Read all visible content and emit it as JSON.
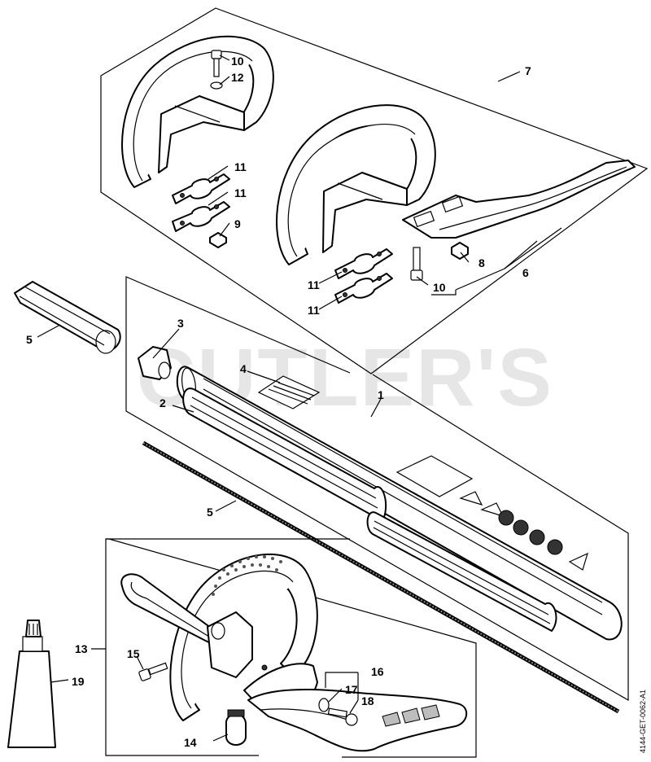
{
  "watermark": "CUTLER'S",
  "document_id": "4144-GET-0062-A1",
  "callouts": [
    "1",
    "2",
    "3",
    "4",
    "5",
    "6",
    "7",
    "8",
    "9",
    "9",
    "10",
    "10",
    "11",
    "11",
    "11",
    "11",
    "12",
    "13",
    "14",
    "15",
    "16",
    "17",
    "18",
    "19"
  ]
}
